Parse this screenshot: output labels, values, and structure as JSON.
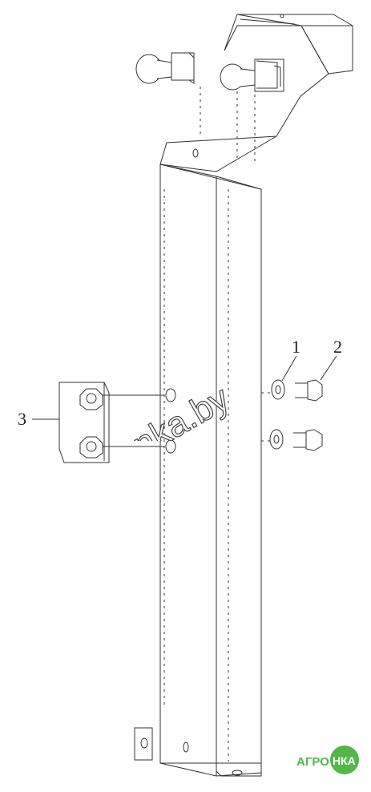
{
  "callouts": [
    {
      "id": "1",
      "text": "1"
    },
    {
      "id": "2",
      "text": "2"
    },
    {
      "id": "3",
      "text": "3"
    }
  ],
  "watermark": {
    "text": "nka.by"
  },
  "logo": {
    "left_text": "АГРО",
    "right_text": "НКА",
    "brand_color": "#52b848"
  },
  "colors": {
    "line": "#333333",
    "face": "#ffffff"
  }
}
